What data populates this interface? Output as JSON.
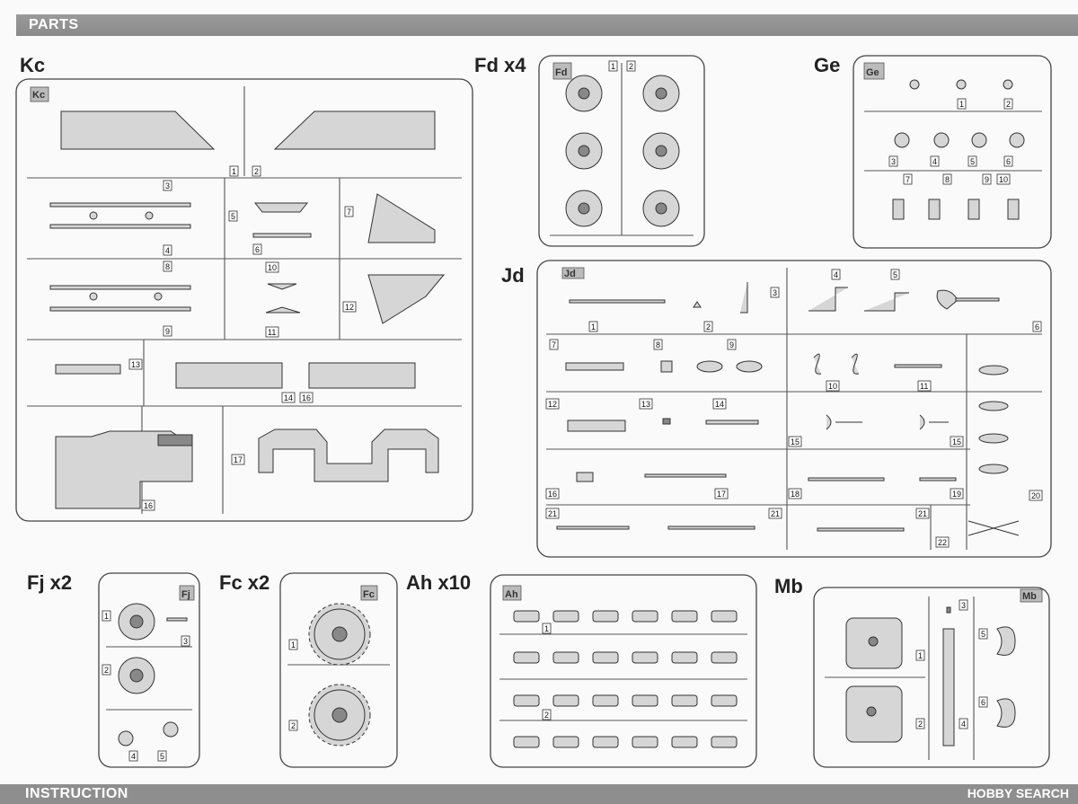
{
  "header": {
    "title": "PARTS"
  },
  "footer": {
    "title": "INSTRUCTION",
    "watermark": "HOBBY SEARCH"
  },
  "sprues": {
    "kc": {
      "title": "Kc",
      "tag": "Kc"
    },
    "fd": {
      "title": "Fd x4",
      "tag": "Fd"
    },
    "ge": {
      "title": "Ge",
      "tag": "Ge"
    },
    "jd": {
      "title": "Jd",
      "tag": "Jd"
    },
    "fj": {
      "title": "Fj x2",
      "tag": "Fj"
    },
    "fc": {
      "title": "Fc x2",
      "tag": "Fc"
    },
    "ah": {
      "title": "Ah x10",
      "tag": "Ah"
    },
    "mb": {
      "title": "Mb",
      "tag": "Mb"
    }
  }
}
